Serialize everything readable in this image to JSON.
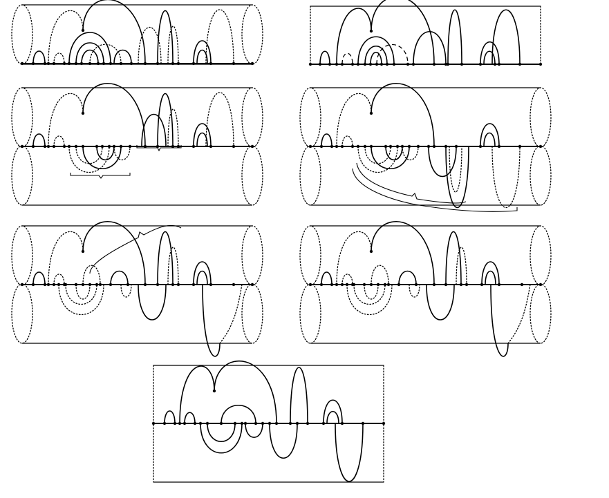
{
  "figure": {
    "panels": [
      {
        "id": "p1",
        "kind": "cylinder"
      },
      {
        "id": "p2",
        "kind": "rectangle"
      },
      {
        "id": "p3",
        "kind": "double-cylinder"
      },
      {
        "id": "p4",
        "kind": "double-cylinder"
      },
      {
        "id": "p5",
        "kind": "double-cylinder"
      },
      {
        "id": "p6",
        "kind": "double-cylinder"
      },
      {
        "id": "p7",
        "kind": "rectangle"
      }
    ],
    "line_styles": [
      "solid",
      "dotted",
      "dashed"
    ],
    "colors": {
      "ink": "#000000",
      "background": "#ffffff"
    }
  }
}
